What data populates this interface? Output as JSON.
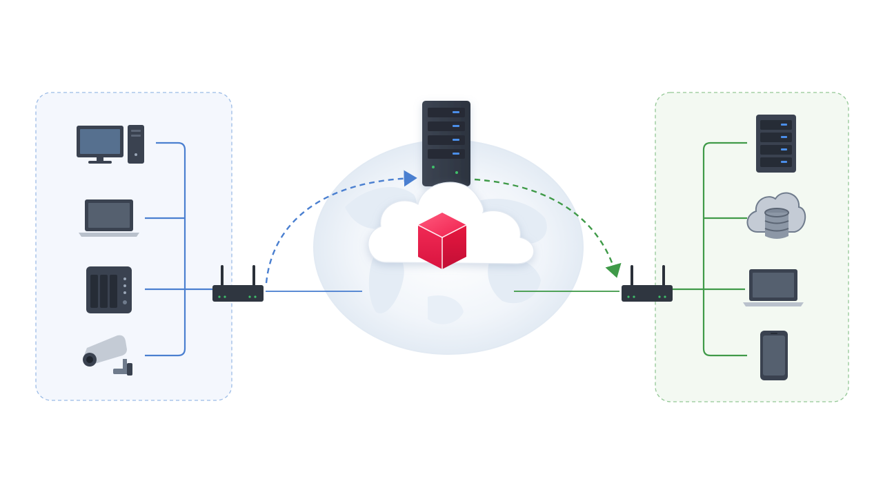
{
  "colors": {
    "background": "#ffffff",
    "left_network": "#4a7fd0",
    "right_network": "#3f9a48",
    "left_zone_fill": "#f4f7fd",
    "left_zone_border": "#9bbbe6",
    "right_zone_fill": "#f3f9f2",
    "right_zone_border": "#93c795",
    "device_dark": "#3a4250",
    "globe": "#dbe6f2",
    "cloud_fill": "#ffffff",
    "relay_cube": "#ef1f4d"
  },
  "left_network": {
    "devices": [
      "desktop-computer-icon",
      "laptop-icon",
      "nas-storage-icon",
      "security-camera-icon"
    ],
    "router": "router-icon"
  },
  "center": {
    "server": "server-rack-icon",
    "globe": "globe-icon",
    "cloud": "cloud-icon",
    "relay": "cube-icon"
  },
  "right_network": {
    "devices": [
      "server-tower-icon",
      "cloud-database-icon",
      "laptop-icon",
      "smartphone-icon"
    ],
    "router": "router-icon"
  },
  "flows": [
    {
      "from": "left-router",
      "to": "cloud-server",
      "style": "dashed",
      "color": "blue"
    },
    {
      "from": "cloud-server",
      "to": "right-router",
      "style": "dashed",
      "color": "green"
    }
  ]
}
